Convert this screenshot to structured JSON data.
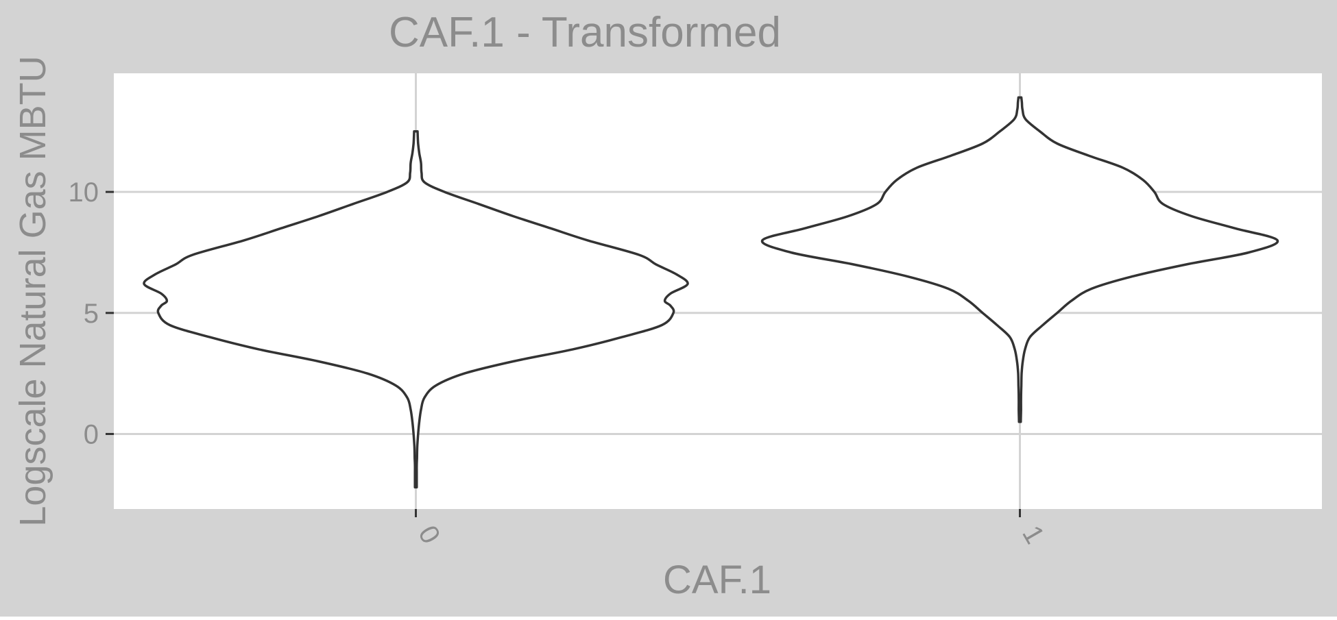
{
  "colors": {
    "panel_background": "#d3d3d3",
    "plot_background": "#ffffff",
    "grid": "#d3d3d3",
    "outline": "#333333",
    "text": "#8c8c8c"
  },
  "chart_data": {
    "type": "violin",
    "title": "CAF.1 - Transformed",
    "xlabel": "CAF.1",
    "ylabel": "Logscale Natural Gas MBTU",
    "categories": [
      "0",
      "1"
    ],
    "ylim": [
      -3.1,
      14.9
    ],
    "yticks": [
      0,
      5,
      10
    ],
    "grid": true,
    "violins": [
      {
        "category": "0",
        "min": -2.2,
        "max": 12.5,
        "density": [
          [
            -2.2,
            0.003
          ],
          [
            -1.9,
            0.003
          ],
          [
            -1.6,
            0.003
          ],
          [
            -1.3,
            0.003
          ],
          [
            -1.0,
            0.004
          ],
          [
            -0.5,
            0.005
          ],
          [
            0.0,
            0.008
          ],
          [
            0.5,
            0.012
          ],
          [
            1.0,
            0.018
          ],
          [
            1.5,
            0.03
          ],
          [
            2.0,
            0.07
          ],
          [
            2.5,
            0.17
          ],
          [
            3.0,
            0.34
          ],
          [
            3.5,
            0.55
          ],
          [
            4.0,
            0.72
          ],
          [
            4.5,
            0.86
          ],
          [
            5.0,
            0.9
          ],
          [
            5.3,
            0.89
          ],
          [
            5.5,
            0.87
          ],
          [
            5.8,
            0.89
          ],
          [
            6.2,
            0.95
          ],
          [
            6.6,
            0.91
          ],
          [
            7.0,
            0.84
          ],
          [
            7.4,
            0.78
          ],
          [
            8.0,
            0.6
          ],
          [
            8.5,
            0.47
          ],
          [
            9.0,
            0.34
          ],
          [
            9.5,
            0.22
          ],
          [
            10.0,
            0.1
          ],
          [
            10.4,
            0.03
          ],
          [
            10.8,
            0.02
          ],
          [
            11.2,
            0.018
          ],
          [
            11.6,
            0.012
          ],
          [
            12.0,
            0.008
          ],
          [
            12.5,
            0.006
          ]
        ]
      },
      {
        "category": "1",
        "min": 0.5,
        "max": 13.9,
        "density": [
          [
            0.5,
            0.003
          ],
          [
            1.0,
            0.004
          ],
          [
            1.5,
            0.004
          ],
          [
            2.0,
            0.005
          ],
          [
            2.5,
            0.006
          ],
          [
            3.0,
            0.01
          ],
          [
            3.5,
            0.018
          ],
          [
            4.0,
            0.035
          ],
          [
            4.5,
            0.08
          ],
          [
            5.0,
            0.13
          ],
          [
            5.5,
            0.18
          ],
          [
            6.0,
            0.25
          ],
          [
            6.5,
            0.39
          ],
          [
            7.0,
            0.58
          ],
          [
            7.5,
            0.8
          ],
          [
            8.0,
            0.9
          ],
          [
            8.5,
            0.75
          ],
          [
            9.0,
            0.6
          ],
          [
            9.5,
            0.5
          ],
          [
            10.0,
            0.47
          ],
          [
            10.5,
            0.43
          ],
          [
            11.0,
            0.36
          ],
          [
            11.5,
            0.24
          ],
          [
            12.0,
            0.13
          ],
          [
            12.5,
            0.07
          ],
          [
            13.0,
            0.02
          ],
          [
            13.4,
            0.009
          ],
          [
            13.7,
            0.007
          ],
          [
            13.9,
            0.005
          ]
        ]
      }
    ]
  }
}
